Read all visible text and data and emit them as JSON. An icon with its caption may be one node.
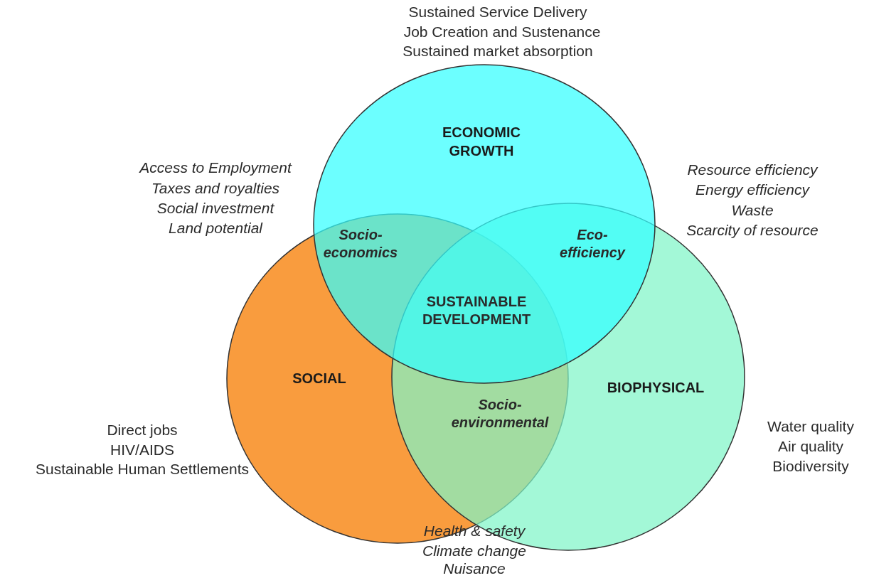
{
  "diagram": {
    "nodes": [
      {
        "text": [
          "ECONOMIC GROWTH"
        ]
      },
      {
        "text": [
          "SOCIAL"
        ]
      },
      {
        "text": [
          "BIOPHYSICAL"
        ]
      }
    ],
    "labels": [
      "Sustained Service Delivery",
      "Job Creation and Sustenance",
      "Sustained market absorption",
      "Access to Employment",
      "Taxes and royalties",
      "Social investment",
      "Land potential",
      "Resource efficiency",
      "Energy efficiency",
      "Waste",
      "Scarcity of resource",
      "Socio-economics",
      "Eco-efficiency",
      "SUSTAINABLE DEVELOPMENT",
      "Socio-environmental",
      "Direct jobs",
      "HIV/AIDS",
      "Sustainable Human Settlements",
      "Water quality",
      "Air quality",
      "Biodiversity",
      "Health & safety",
      "Climate change",
      "Nuisance"
    ]
  }
}
